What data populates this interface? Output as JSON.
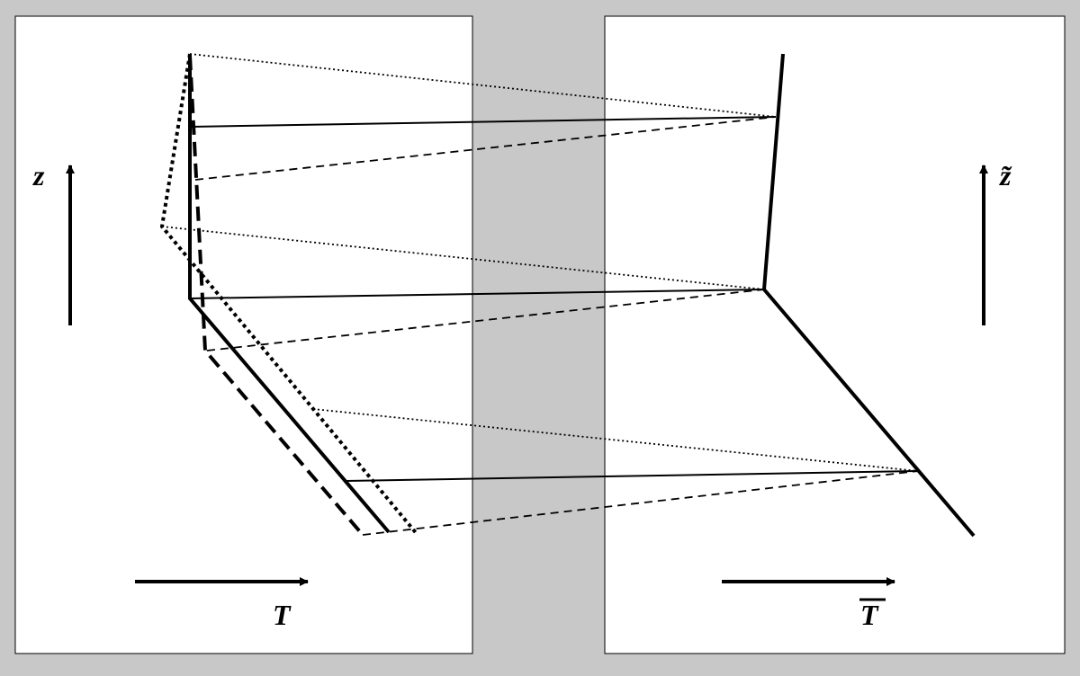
{
  "left_panel": {
    "axis_vertical_label": "z",
    "axis_horizontal_label": "T"
  },
  "right_panel": {
    "axis_vertical_label": "z̃",
    "axis_horizontal_label": "T"
  },
  "colors": {
    "background": "#c8c8c8",
    "panel": "#ffffff",
    "ink": "#000000"
  }
}
